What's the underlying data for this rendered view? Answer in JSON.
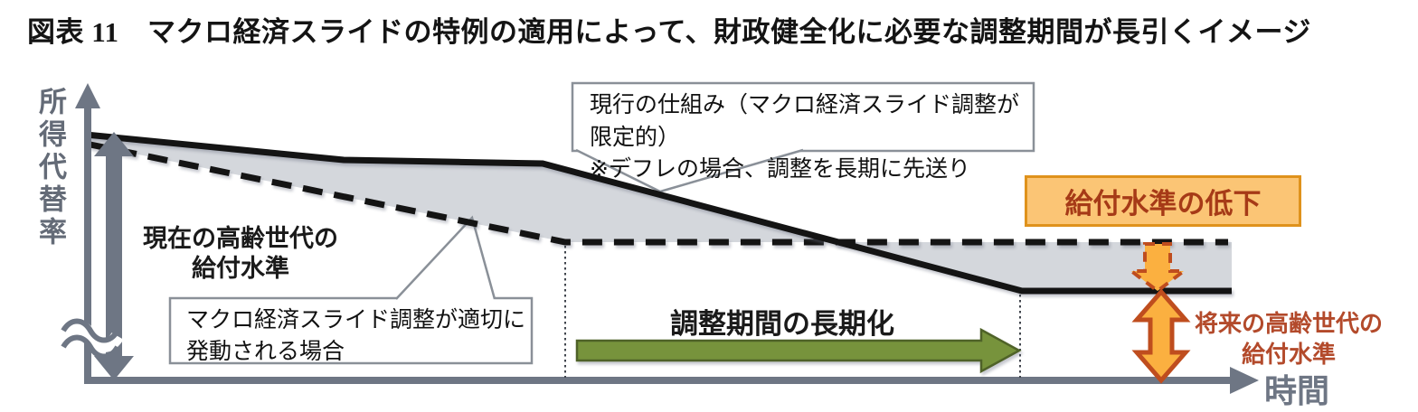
{
  "figure": {
    "title": "図表 11　マクロ経済スライドの特例の適用によって、財政健全化に必要な調整期間が長引くイメージ"
  },
  "axes": {
    "y_label": "所得代替率",
    "x_label": "時間"
  },
  "annotations": {
    "current_benefit": "現在の高齢世代の\n給付水準",
    "callout_current_system": "現行の仕組み（マクロ経済スライド調整が限定的）\n※デフレの場合、調整を長期に先送り",
    "callout_proper_adjustment": "マクロ経済スライド調整が適切に\n発動される場合",
    "adjustment_period": "調整期間の長期化",
    "benefit_decline": "給付水準の低下",
    "future_benefit": "将来の高齢世代の\n給付水準"
  },
  "shapes": [
    {
      "name": "y-axis-arrow",
      "meaning": "縦軸（所得代替率）上向き矢印",
      "color": "#6e7684"
    },
    {
      "name": "x-axis-arrow",
      "meaning": "横軸（時間）右向き矢印",
      "color": "#6e7684"
    },
    {
      "name": "axis-break-mark",
      "meaning": "縦軸の波線（省略記号）",
      "color": "#6e7684"
    },
    {
      "name": "current-benefit-double-arrow",
      "meaning": "現在の高齢世代の給付水準を示す上下両矢印",
      "color": "#6e7684"
    },
    {
      "name": "current-system-line",
      "meaning": "現行の仕組みの給付水準（実線）",
      "style": "solid",
      "color": "#141414"
    },
    {
      "name": "proper-adjustment-line",
      "meaning": "マクロ経済スライドが適切に発動される場合（破線）",
      "style": "dashed",
      "color": "#141414"
    },
    {
      "name": "benefit-gap-area",
      "meaning": "両ケースの給付水準の差（網掛け）",
      "color": "#d4d7dc"
    },
    {
      "name": "adjustment-period-arrow",
      "meaning": "調整期間の長期化を示す右向き矢印",
      "fill": "#77933c",
      "border": "#4f6228"
    },
    {
      "name": "benefit-drop-dashed-arrow",
      "meaning": "給付水準の低下を示す下向き破線矢印",
      "fill": "#fbb040",
      "border": "#bf4d1e"
    },
    {
      "name": "future-benefit-double-arrow",
      "meaning": "将来の高齢世代の給付水準を示す上下両矢印",
      "fill": "#fbb040",
      "border": "#bf4d1e"
    },
    {
      "name": "dotted-guide-lines",
      "meaning": "調整期間の区切り（点線）",
      "color": "#40454d"
    }
  ],
  "colors": {
    "axis_gray": "#6e7684",
    "area_gray": "#d4d7dc",
    "line_black": "#141414",
    "green_fill": "#77933c",
    "green_border": "#4f6228",
    "orange_fill": "#fbb040",
    "orange_border": "#bf4d1e",
    "orange_box_bg": "#fbc575",
    "orange_box_border": "#df921c",
    "red_text": "#b34a2b",
    "callout_border": "#8a9098"
  }
}
